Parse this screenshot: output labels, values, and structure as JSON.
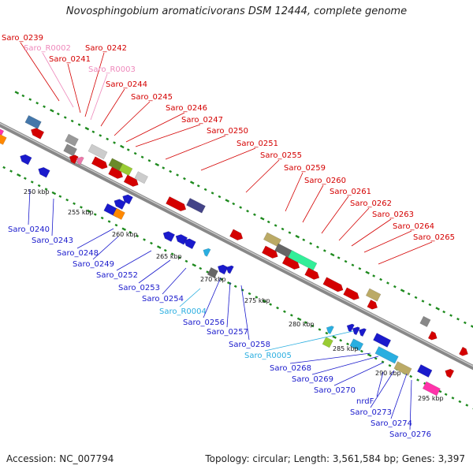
{
  "title": "Novosphingobium aromaticivorans DSM 12444, complete genome",
  "accession": "Accession: NC_007794",
  "stats": "Topology: circular; Length: 3,561,584 bp; Genes: 3,397",
  "colors": {
    "top_label": "#d40000",
    "rna_top_label": "#ee88bb",
    "bottom_label": "#1a1acc",
    "rna_bottom_label": "#2aaee0",
    "backbone": "#888888",
    "tick_dots": "#1e8a1e"
  },
  "kbp_labels": [
    "250 kbp",
    "255 kbp",
    "260 kbp",
    "265 kbp",
    "270 kbp",
    "275 kbp",
    "280 kbp",
    "285 kbp",
    "290 kbp",
    "295 kbp"
  ],
  "top_labels": [
    {
      "text": "Saro_0239",
      "kind": "gene"
    },
    {
      "text": "Saro_R0002",
      "kind": "rna"
    },
    {
      "text": "Saro_0241",
      "kind": "gene"
    },
    {
      "text": "Saro_0242",
      "kind": "gene"
    },
    {
      "text": "Saro_R0003",
      "kind": "rna"
    },
    {
      "text": "Saro_0244",
      "kind": "gene"
    },
    {
      "text": "Saro_0245",
      "kind": "gene"
    },
    {
      "text": "Saro_0246",
      "kind": "gene"
    },
    {
      "text": "Saro_0247",
      "kind": "gene"
    },
    {
      "text": "Saro_0250",
      "kind": "gene"
    },
    {
      "text": "Saro_0251",
      "kind": "gene"
    },
    {
      "text": "Saro_0255",
      "kind": "gene"
    },
    {
      "text": "Saro_0259",
      "kind": "gene"
    },
    {
      "text": "Saro_0260",
      "kind": "gene"
    },
    {
      "text": "Saro_0261",
      "kind": "gene"
    },
    {
      "text": "Saro_0262",
      "kind": "gene"
    },
    {
      "text": "Saro_0263",
      "kind": "gene"
    },
    {
      "text": "Saro_0264",
      "kind": "gene"
    },
    {
      "text": "Saro_0265",
      "kind": "gene"
    }
  ],
  "bottom_labels": [
    {
      "text": "Saro_0240",
      "kind": "gene"
    },
    {
      "text": "Saro_0243",
      "kind": "gene"
    },
    {
      "text": "Saro_0248",
      "kind": "gene"
    },
    {
      "text": "Saro_0249",
      "kind": "gene"
    },
    {
      "text": "Saro_0252",
      "kind": "gene"
    },
    {
      "text": "Saro_0253",
      "kind": "gene"
    },
    {
      "text": "Saro_0254",
      "kind": "gene"
    },
    {
      "text": "Saro_R0004",
      "kind": "rna"
    },
    {
      "text": "Saro_0256",
      "kind": "gene"
    },
    {
      "text": "Saro_0257",
      "kind": "gene"
    },
    {
      "text": "Saro_0258",
      "kind": "gene"
    },
    {
      "text": "Saro_R0005",
      "kind": "rna"
    },
    {
      "text": "Saro_0268",
      "kind": "gene"
    },
    {
      "text": "Saro_0269",
      "kind": "gene"
    },
    {
      "text": "Saro_0270",
      "kind": "gene"
    },
    {
      "text": "nrdF",
      "kind": "gene"
    },
    {
      "text": "Saro_0273",
      "kind": "gene"
    },
    {
      "text": "Saro_0274",
      "kind": "gene"
    },
    {
      "text": "Saro_0276",
      "kind": "gene"
    }
  ]
}
